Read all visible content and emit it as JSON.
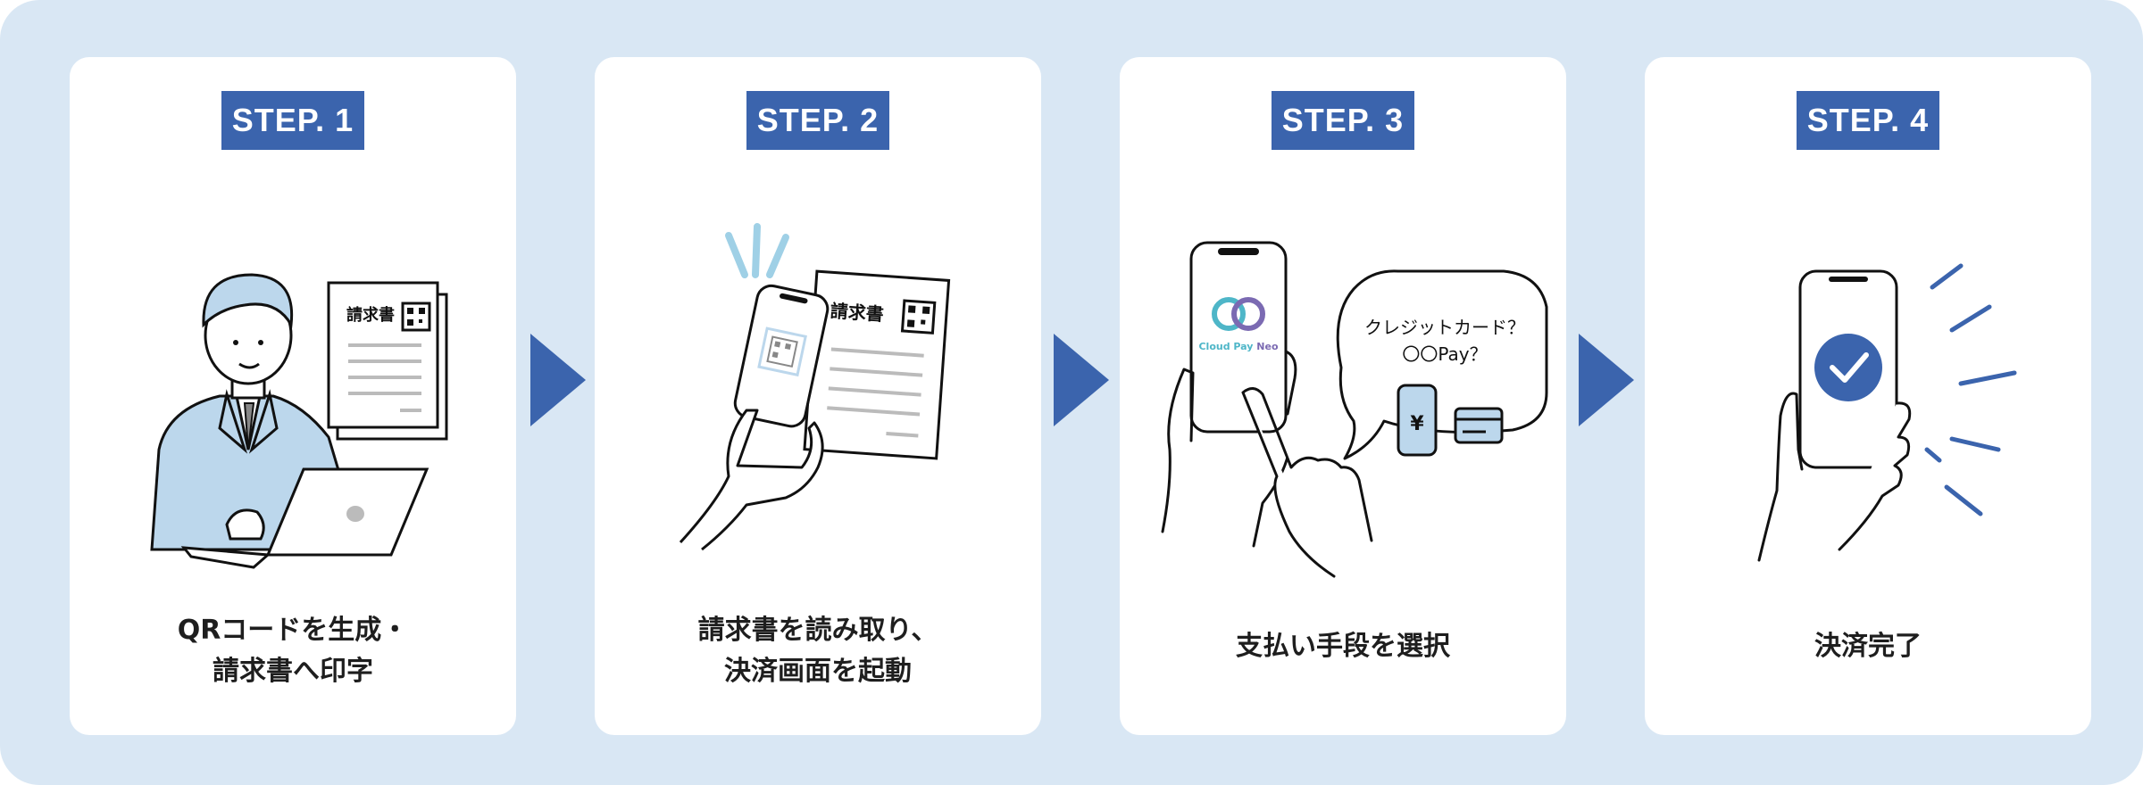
{
  "steps": [
    {
      "badge": "STEP. 1",
      "caption_line1": "QRコードを生成・",
      "caption_line2": "請求書へ印字",
      "doc_label": "請求書"
    },
    {
      "badge": "STEP. 2",
      "caption_line1": "請求書を読み取り、",
      "caption_line2": "決済画面を起動",
      "doc_label": "請求書"
    },
    {
      "badge": "STEP. 3",
      "caption_line1": "支払い手段を選択",
      "caption_line2": "",
      "app_name_main": "Cloud Pay ",
      "app_name_accent": "Neo",
      "bubble_line1": "クレジットカード？",
      "bubble_line2": "〇〇Pay？",
      "yen_symbol": "¥"
    },
    {
      "badge": "STEP. 4",
      "caption_line1": "決済完了",
      "caption_line2": ""
    }
  ],
  "colors": {
    "frame_bg": "#d9e7f4",
    "accent": "#3b64ad",
    "light_blue": "#bcd7ec",
    "teal": "#4eb6c8",
    "purple": "#7b6ab2"
  },
  "icons": [
    "document-icon",
    "qr-code-icon",
    "laptop-icon",
    "smartphone-icon",
    "yen-icon",
    "credit-card-icon",
    "check-circle-icon",
    "chevron-right-icon"
  ]
}
